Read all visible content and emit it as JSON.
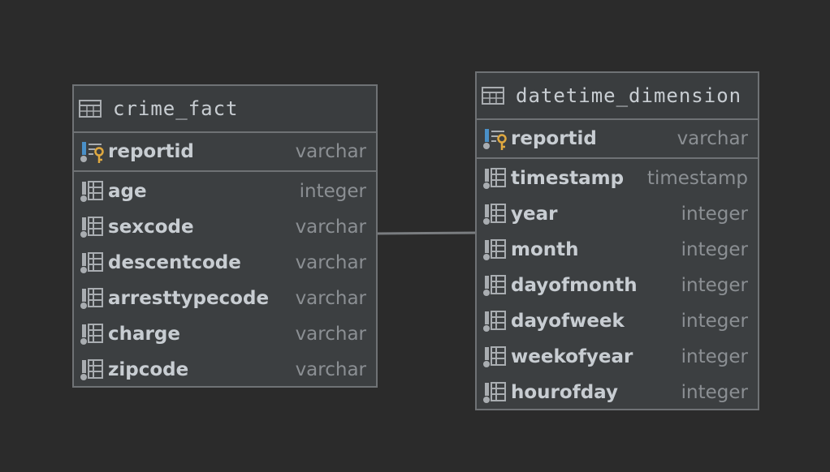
{
  "tables": [
    {
      "name": "crime_fact",
      "primary_key": {
        "name": "reportid",
        "type": "varchar"
      },
      "columns": [
        {
          "name": "age",
          "type": "integer"
        },
        {
          "name": "sexcode",
          "type": "varchar"
        },
        {
          "name": "descentcode",
          "type": "varchar"
        },
        {
          "name": "arresttypecode",
          "type": "varchar"
        },
        {
          "name": "charge",
          "type": "varchar"
        },
        {
          "name": "zipcode",
          "type": "varchar"
        }
      ]
    },
    {
      "name": "datetime_dimension",
      "primary_key": {
        "name": "reportid",
        "type": "varchar"
      },
      "columns": [
        {
          "name": "timestamp",
          "type": "timestamp"
        },
        {
          "name": "year",
          "type": "integer"
        },
        {
          "name": "month",
          "type": "integer"
        },
        {
          "name": "dayofmonth",
          "type": "integer"
        },
        {
          "name": "dayofweek",
          "type": "integer"
        },
        {
          "name": "weekofyear",
          "type": "integer"
        },
        {
          "name": "hourofday",
          "type": "integer"
        }
      ]
    }
  ],
  "icons": {
    "table": "table-grid-icon",
    "primary_key": "primary-key-column-icon",
    "column": "column-icon"
  },
  "colors": {
    "background": "#2b2b2b",
    "table_fill": "#3c3f41",
    "border": "#6f7275",
    "key_gold": "#e0a940",
    "key_blue": "#4a90c8",
    "text": "#c8cdd2",
    "type_text": "#8b8f93"
  }
}
